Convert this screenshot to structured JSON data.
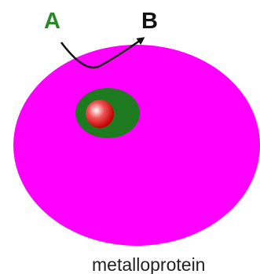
{
  "labels": {
    "reactant": "A",
    "product": "B",
    "caption": "metalloprotein"
  },
  "colors": {
    "protein": "#ff00ff",
    "active_site": "#1e7a1e",
    "metal_highlight": "#ffffff",
    "metal_mid": "#ee5555",
    "metal_dark": "#c40000",
    "reactant_text": "#2a8a2a",
    "product_text": "#111111",
    "arrow": "#111111",
    "caption_text": "#222222"
  },
  "icons": {
    "arrow": "curved-arrow-icon",
    "metal": "metal-ion-sphere-icon"
  }
}
